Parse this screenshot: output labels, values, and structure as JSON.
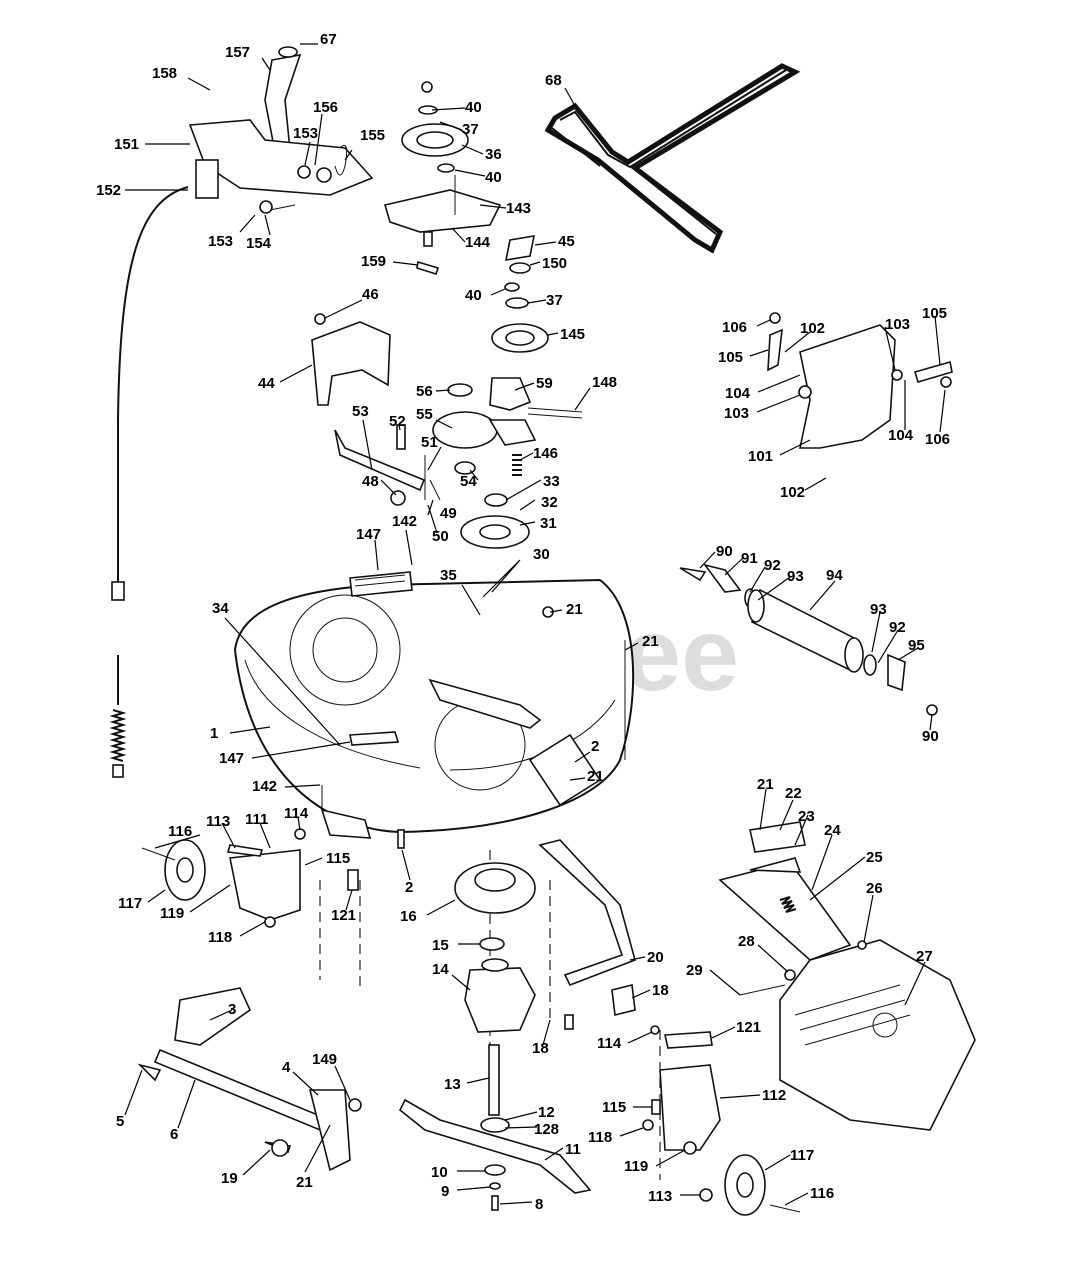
{
  "watermark": "PartsTree",
  "callouts": [
    "67",
    "157",
    "158",
    "151",
    "152",
    "153",
    "153",
    "154",
    "156",
    "155",
    "40",
    "37",
    "36",
    "40",
    "143",
    "144",
    "159",
    "45",
    "150",
    "40",
    "37",
    "145",
    "68",
    "46",
    "44",
    "56",
    "59",
    "148",
    "55",
    "53",
    "52",
    "51",
    "54",
    "146",
    "33",
    "48",
    "49",
    "50",
    "32",
    "31",
    "147",
    "142",
    "30",
    "35",
    "34",
    "21",
    "21",
    "1",
    "147",
    "2",
    "21",
    "142",
    "106",
    "102",
    "103",
    "105",
    "105",
    "104",
    "103",
    "104",
    "106",
    "101",
    "102",
    "90",
    "91",
    "92",
    "93",
    "94",
    "93",
    "92",
    "95",
    "90",
    "116",
    "113",
    "111",
    "114",
    "115",
    "117",
    "119",
    "118",
    "121",
    "2",
    "16",
    "15",
    "14",
    "20",
    "18",
    "18",
    "21",
    "22",
    "23",
    "24",
    "25",
    "26",
    "28",
    "27",
    "29",
    "3",
    "4",
    "149",
    "5",
    "6",
    "19",
    "21",
    "13",
    "12",
    "128",
    "11",
    "10",
    "9",
    "8",
    "114",
    "121",
    "115",
    "112",
    "118",
    "119",
    "113",
    "117",
    "116"
  ]
}
